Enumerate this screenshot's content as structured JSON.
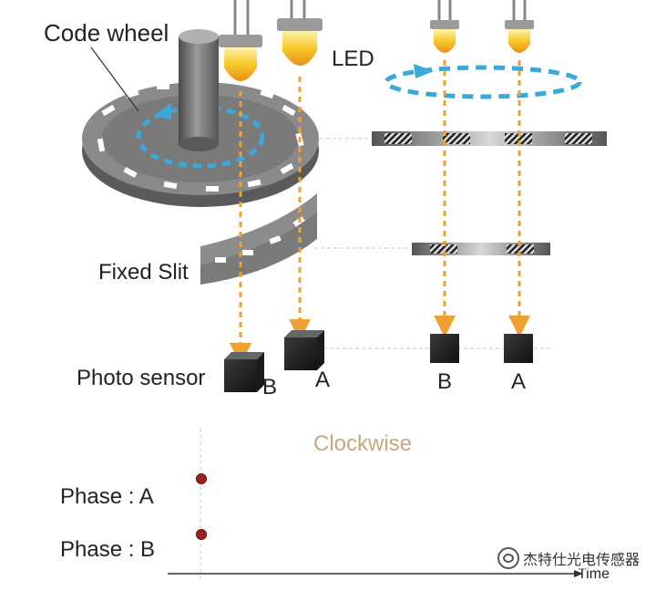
{
  "labels": {
    "code_wheel": "Code wheel",
    "led": "LED",
    "fixed_slit": "Fixed Slit",
    "photo_sensor": "Photo sensor",
    "sensor_b": "B",
    "sensor_a": "A",
    "right_b": "B",
    "right_a": "A"
  },
  "timing": {
    "title": "Clockwise",
    "phase_a": "Phase : A",
    "phase_b": "Phase : B",
    "time_axis": "Time"
  },
  "watermark": "杰特仕光电传感器",
  "colors": {
    "beam": "#f0a030",
    "rotation_arrow": "#3aa8d8",
    "led_glow": "#f6c42a",
    "wheel": "#8a8a8a",
    "dot": "#a02020",
    "title": "#c8a878"
  },
  "icons": {
    "watermark": "wechat-logo-icon"
  }
}
